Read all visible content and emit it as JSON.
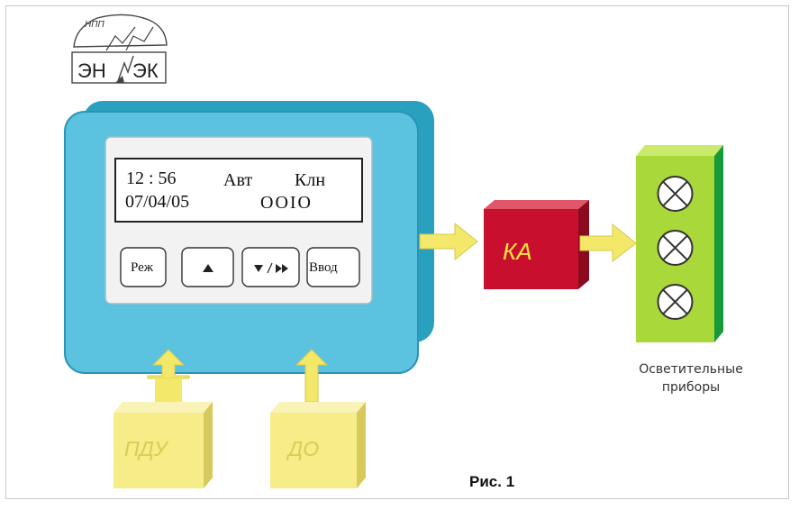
{
  "logo": {
    "top_text": "НПП",
    "left_text": "ЭН",
    "right_text": "ЭК"
  },
  "controller": {
    "display": {
      "time": "12 : 56",
      "mode": "Авт",
      "state": "Клн",
      "date": "07/04/05",
      "relays": "OOIO"
    },
    "keys": {
      "mode_label": "Реж",
      "up_label": "▲",
      "down_next_label": "▼/▶▶",
      "enter_label": "Ввод"
    }
  },
  "contactor": {
    "label": "КА"
  },
  "lamps": {
    "count": 3,
    "label": "Осветительные приборы"
  },
  "inputs": {
    "pdu_label": "ПДУ",
    "do_label": "ДО"
  },
  "caption": "Рис. 1",
  "colors": {
    "controller_body": "#5bc2df",
    "contactor": "#c8102e",
    "contactor_text": "#ffe640",
    "lamp_panel": "#a9d83a",
    "input_box": "#f6ec88",
    "arrow": "#f3e86a"
  }
}
